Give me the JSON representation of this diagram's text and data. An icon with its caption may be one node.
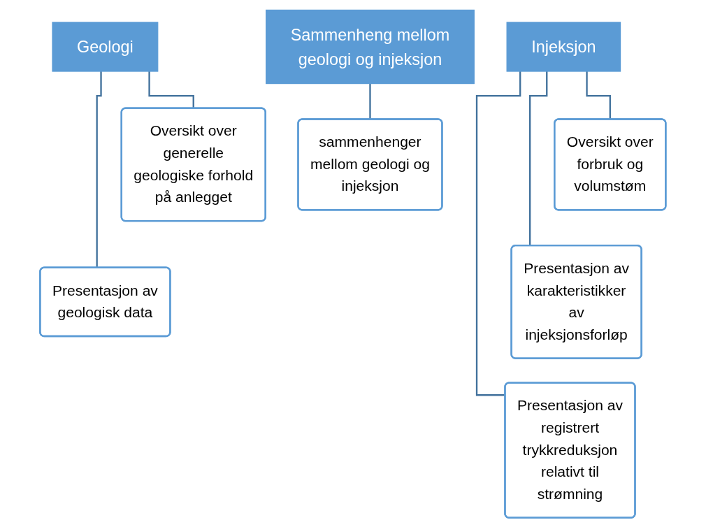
{
  "diagram": {
    "nodes": [
      {
        "text": [
          "Geologi"
        ]
      },
      {
        "text": [
          "Oversikt over generelle geologiske forhold på anlegget"
        ]
      },
      {
        "text": [
          "Presentasjon av geologisk data"
        ]
      },
      {
        "text": [
          "Injeksjon"
        ]
      },
      {
        "text": [
          "Oversikt over forbruk og volumstøm"
        ]
      },
      {
        "text": [
          "Presentasjon av karakteristikker av injeksjonsforløp"
        ]
      },
      {
        "text": [
          "Presentasjon av registrert trykkreduksjon relativt til strømning"
        ]
      },
      {
        "text": [
          "Sammenheng mellom geologi og injeksjon"
        ]
      },
      {
        "text": [
          "sammenhenger mellom geologi og injeksjon"
        ]
      }
    ],
    "edges": [
      {
        "from": 0,
        "to": 1,
        "arrow": "none"
      },
      {
        "from": 0,
        "to": 2,
        "arrow": "none"
      },
      {
        "from": 3,
        "to": 4,
        "arrow": "none"
      },
      {
        "from": 3,
        "to": 5,
        "arrow": "none"
      },
      {
        "from": 3,
        "to": 6,
        "arrow": "none"
      },
      {
        "from": 7,
        "to": 8,
        "arrow": "none"
      }
    ]
  }
}
